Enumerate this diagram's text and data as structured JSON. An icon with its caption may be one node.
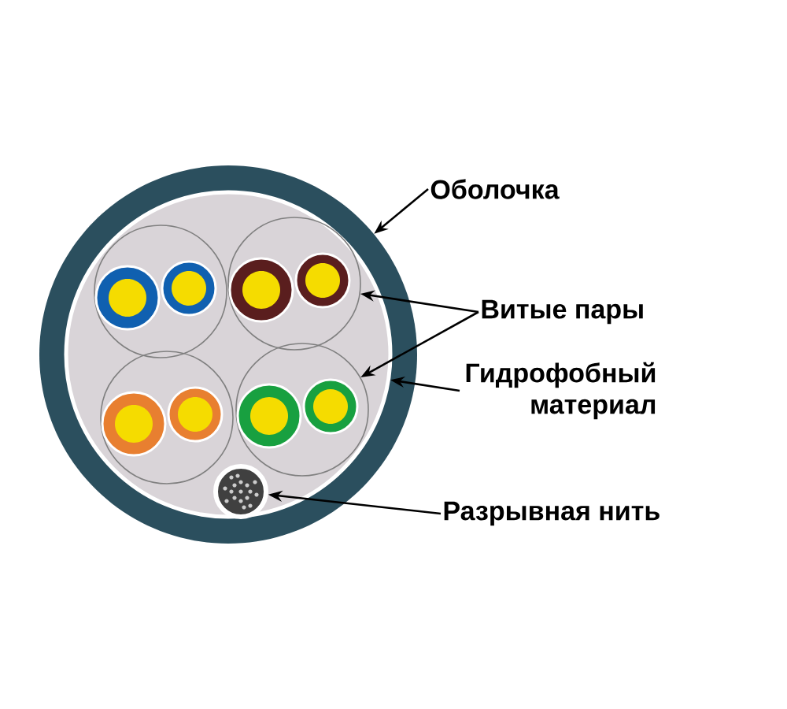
{
  "diagram": {
    "nodes": [
      {
        "text": [
          "Оболочка"
        ]
      },
      {
        "text": [],
        "shape": "circle"
      },
      {
        "text": [],
        "shape": "circle",
        "in": 1
      },
      {
        "text": [],
        "shape": "circle",
        "in": 2
      },
      {
        "text": [],
        "shape": "circle",
        "in": 2
      },
      {
        "text": [],
        "shape": "circle",
        "in": 2
      },
      {
        "text": [],
        "shape": "circle",
        "in": 2
      },
      {
        "text": [],
        "shape": "circle",
        "in": 2
      },
      {
        "text": [
          "Витые пары"
        ]
      },
      {
        "text": [
          "Гидрофобный материал"
        ]
      },
      {
        "text": [
          "Разрывная нить"
        ]
      }
    ],
    "edges": [
      {
        "from": 0,
        "to": 1,
        "arrow": "to"
      },
      {
        "from": 8,
        "to": 4,
        "arrow": "to"
      },
      {
        "from": 8,
        "to": 6,
        "arrow": "to"
      },
      {
        "from": 9,
        "to": 2,
        "arrow": "to"
      },
      {
        "from": 10,
        "to": 7,
        "arrow": "to"
      }
    ]
  }
}
